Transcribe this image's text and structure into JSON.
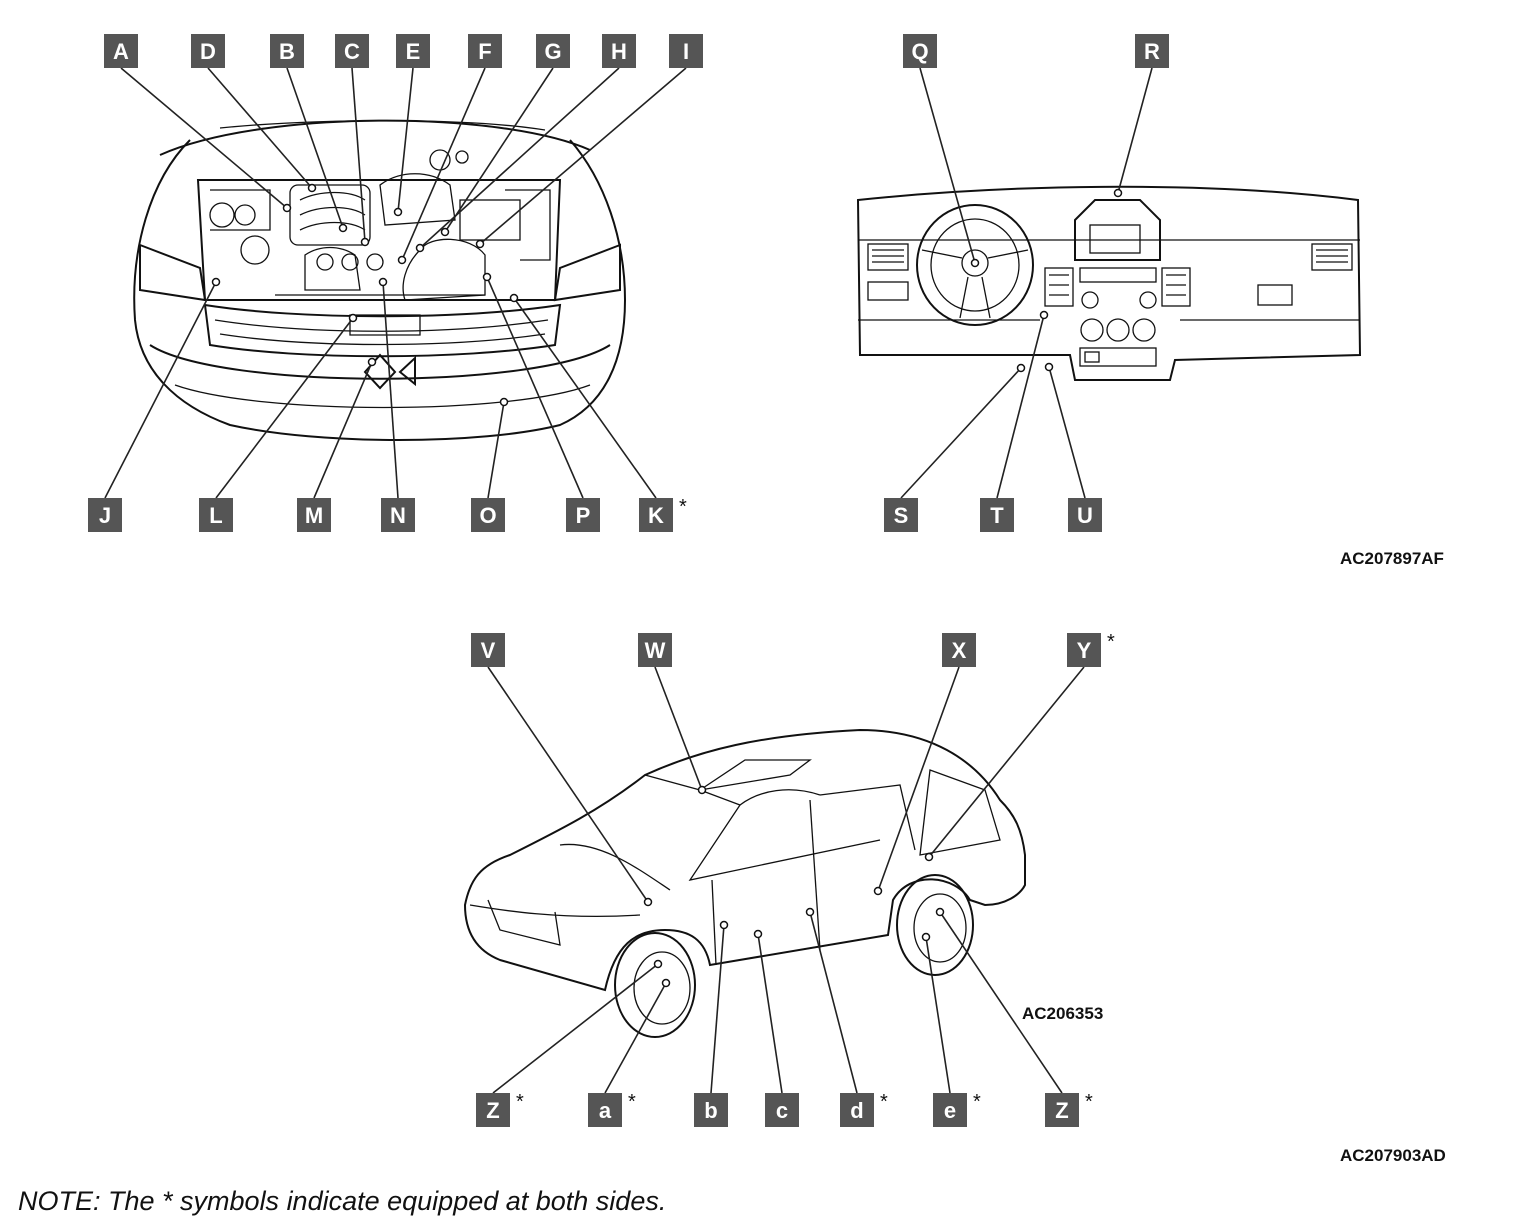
{
  "figures": {
    "engine_bay": {
      "labels_top": [
        "A",
        "D",
        "B",
        "C",
        "E",
        "F",
        "G",
        "H",
        "I"
      ],
      "labels_bottom": [
        "J",
        "L",
        "M",
        "N",
        "O",
        "P",
        "K"
      ],
      "starred": [
        "K"
      ]
    },
    "dashboard": {
      "labels_top": [
        "Q",
        "R"
      ],
      "labels_bottom": [
        "S",
        "T",
        "U"
      ],
      "code": "AC207897AF"
    },
    "vehicle": {
      "labels_top": [
        "V",
        "W",
        "X",
        "Y"
      ],
      "labels_bottom": [
        "Z",
        "a",
        "b",
        "c",
        "d",
        "e",
        "Z"
      ],
      "starred_top": [
        "Y"
      ],
      "starred_bottom": [
        true,
        true,
        false,
        false,
        true,
        true,
        true
      ],
      "code_inner": "AC206353",
      "code": "AC207903AD"
    }
  },
  "star_symbol": "*",
  "note": "NOTE: The * symbols indicate equipped at both sides.",
  "colors": {
    "label_bg": "#555555",
    "label_text": "#ffffff",
    "line": "#111111"
  }
}
